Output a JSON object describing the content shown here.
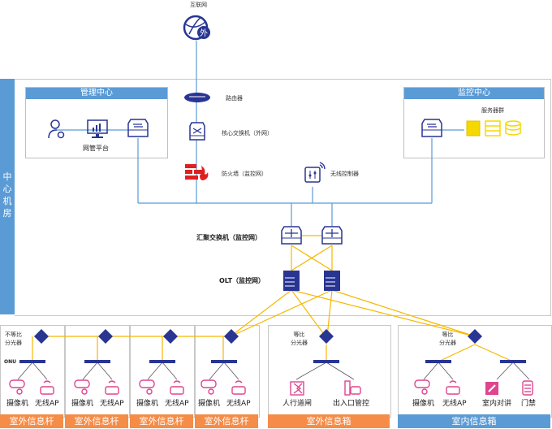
{
  "internet": {
    "label": "互联网",
    "badge": "外"
  },
  "center_room": {
    "label": "中心机房"
  },
  "management_center": {
    "title": "管理中心",
    "platform_label": "网管平台"
  },
  "monitoring_center": {
    "title": "监控中心",
    "server_label": "服务器群"
  },
  "core": {
    "router_label": "路由器",
    "core_switch_label": "核心交换机（外网）",
    "firewall_label": "防火墙（监控网）",
    "wireless_controller_label": "无线控制器",
    "aggregation_label": "汇聚交换机（监控网）",
    "olt_label": "OLT（监控网）"
  },
  "terminals": {
    "unequal_splitter_label_1": "不等比",
    "unequal_splitter_label_2": "分光器",
    "equal_splitter_label_1": "等比",
    "equal_splitter_label_2": "分光器",
    "onu_label": "ONU",
    "camera": "摄像机",
    "ap": "无线AP",
    "gate": "人行道闸",
    "entrance": "出入口管控",
    "intercom": "室内对讲",
    "access": "门禁"
  },
  "footers": [
    {
      "label": "室外信息杆"
    },
    {
      "label": "室外信息杆"
    },
    {
      "label": "室外信息杆"
    },
    {
      "label": "室外信息杆"
    },
    {
      "label": "室外信息箱"
    },
    {
      "label": "室内信息箱"
    }
  ],
  "colors": {
    "blue_link": "#5b9bd5",
    "fiber": "#f5b800",
    "device": "#283593",
    "firewall": "#e02020",
    "server": "#f5d800",
    "terminal": "#e0448f",
    "orange_footer": "#f58c48",
    "blue_footer": "#5b9bd5"
  }
}
